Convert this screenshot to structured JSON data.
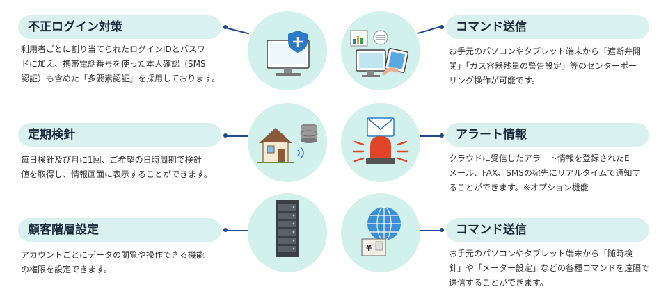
{
  "features": [
    {
      "title": "不正ログイン対策",
      "lines": [
        "利用者ごとに割り当てられたログインIDとパスワー",
        "ドに加え、携帯電話番号を使った本人確認（SMS",
        "認証）も含めた「多要素認証」を採用しております。"
      ]
    },
    {
      "title": "定期検針",
      "lines": [
        "毎日検針及び月に1回、ご希望の日時周期で検針",
        "値を取得し、情報画面に表示することができます。"
      ]
    },
    {
      "title": "顧客階層設定",
      "lines": [
        "アカウントごとにデータの閲覧や操作できる機能",
        "の権限を設定できます。"
      ]
    },
    {
      "title": "コマンド送信",
      "lines": [
        "お手元のパソコンやタブレット端末から「遮断弁開",
        "閉」「ガス容器残量の警告設定」等のセンターポー",
        "リング操作が可能です。"
      ]
    },
    {
      "title": "アラート情報",
      "lines": [
        "クラウドに受信したアラート情報を登録されたE",
        "メール、FAX、SMSの宛先にリアルタイムで通知す",
        "ることができます。※オプション機能"
      ]
    },
    {
      "title": "コマンド送信",
      "lines": [
        "お手元のパソコンやタブレット端末から「随時検",
        "針」や「メーター設定」などの各種コマンドを遠隔で",
        "送信することができます。"
      ]
    }
  ],
  "colors": {
    "pill": "#d9f2ef",
    "circle": "#d2f0ec",
    "connector": "#1e4a8a",
    "accent_blue": "#2c7bc6",
    "alert_red": "#e0452a"
  },
  "icons": [
    "security-monitor-icon",
    "dashboard-computer-icon",
    "house-meter-icon",
    "alert-siren-icon",
    "server-rack-icon",
    "globe-yen-icon"
  ]
}
